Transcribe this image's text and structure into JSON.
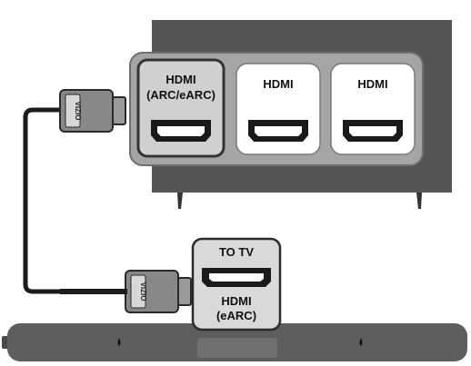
{
  "colors": {
    "tv_body": "#555555",
    "port_panel": "#a5a5a5",
    "port_panel_border": "#6e6e6e",
    "port_tile_selected": "#d0d0d0",
    "port_tile": "#ffffff",
    "port_socket": "#1a1a1a",
    "cable": "#1c1c1c",
    "connector_body": "#888888",
    "soundbar": "#5e5e5e",
    "soundbar_panel": "#d9d9d9"
  },
  "tv": {
    "ports": [
      {
        "label_line1": "HDMI",
        "label_line2": "(ARC/eARC)",
        "icon": "hdmi-port-icon"
      },
      {
        "label_line1": "HDMI",
        "label_line2": "",
        "icon": "hdmi-port-icon"
      },
      {
        "label_line1": "HDMI",
        "label_line2": "",
        "icon": "hdmi-port-icon"
      }
    ]
  },
  "soundbar": {
    "port_top_label": "TO TV",
    "port_label_line1": "HDMI",
    "port_label_line2": "(eARC)",
    "icon": "hdmi-port-icon"
  },
  "cable": {
    "plug_brand": "VIZIO",
    "icon": "hdmi-plug-icon"
  }
}
